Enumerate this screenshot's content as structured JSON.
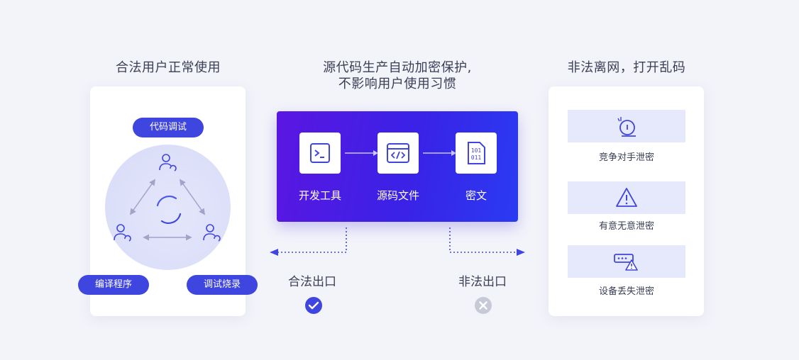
{
  "left": {
    "title": "合法用户正常使用",
    "pill_top": "代码调试",
    "pill_left": "编译程序",
    "pill_right": "调试烧录"
  },
  "center": {
    "title_line1": "源代码生产自动加密保护,",
    "title_line2": "不影响用户使用习惯",
    "steps": [
      "开发工具",
      "源码文件",
      "密文"
    ],
    "legal_exit": "合法出口",
    "illegal_exit": "非法出口"
  },
  "right": {
    "title": "非法离网，打开乱码",
    "risks": [
      "竞争对手泄密",
      "有意无意泄密",
      "设备丢失泄密"
    ]
  },
  "colors": {
    "accent": "#3f46df",
    "gradient_start": "#5b16e2",
    "gradient_end": "#2a3bf2",
    "ok": "#3f46df",
    "deny": "#c7c9d6"
  }
}
